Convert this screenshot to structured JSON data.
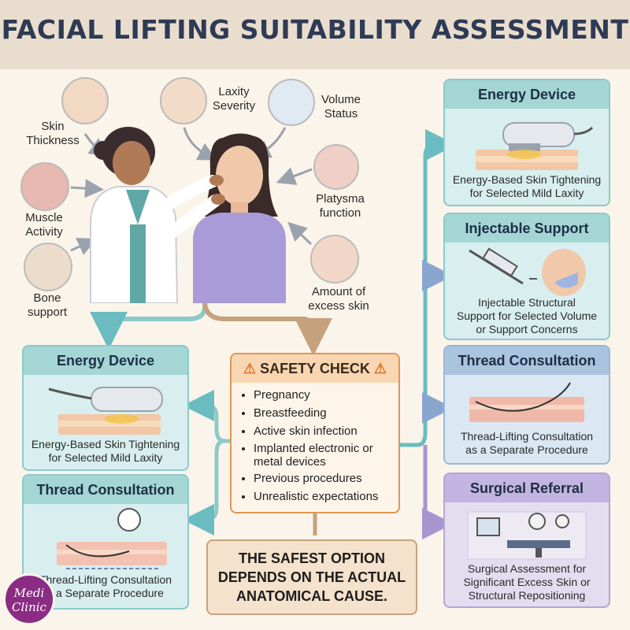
{
  "title": "FACIAL LIFTING SUITABILITY ASSESSMENT",
  "factors": {
    "skin_thickness": "Skin\nThickness",
    "laxity_severity": "Laxity\nSeverity",
    "volume_status": "Volume\nStatus",
    "platysma_function": "Platysma\nfunction",
    "muscle_activity": "Muscle\nActivity",
    "bone_support": "Bone\nsupport",
    "excess_skin": "Amount of\nexcess skin"
  },
  "cards": {
    "energy_right": {
      "title": "Energy Device",
      "text": "Energy-Based Skin Tightening\nfor Selected Mild Laxity"
    },
    "injectable_right": {
      "title": "Injectable Support",
      "text": "Injectable Structural\nSupport for Selected Volume\nor Support Concerns"
    },
    "thread_right": {
      "title": "Thread Consultation",
      "text": "Thread-Lifting Consultation\nas a Separate Procedure"
    },
    "surgical_right": {
      "title": "Surgical Referral",
      "text": "Surgical Assessment for\nSignificant Excess Skin or\nStructural Repositioning"
    },
    "energy_left": {
      "title": "Energy Device",
      "text": "Energy-Based Skin Tightening\nfor Selected Mild Laxity"
    },
    "thread_left": {
      "title": "Thread Consultation",
      "text": "Thread-Lifting Consultation\ns a Separate Procedure"
    }
  },
  "safety": {
    "title": "SAFETY CHECK",
    "items": [
      "Pregnancy",
      "Breastfeeding",
      "Active skin infection",
      "Implanted electronic or\nmetal devices",
      "Previous procedures",
      "Unrealistic expectations"
    ]
  },
  "bottom_message": "THE SAFEST OPTION\nDEPENDS ON THE ACTUAL\nANATOMICAL CAUSE.",
  "logo": {
    "line1": "Medi",
    "line2": "Clinic"
  }
}
